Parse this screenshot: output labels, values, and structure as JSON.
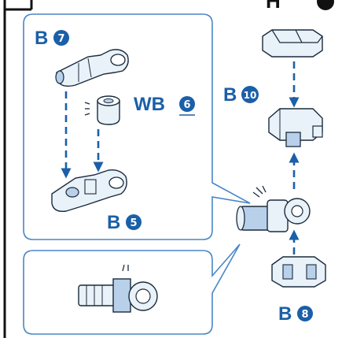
{
  "labels": {
    "top_cut": "H",
    "b7": "B",
    "b7_num": "7",
    "wb6": "WB",
    "wb6_num": "6",
    "b5": "B",
    "b5_num": "5",
    "b10": "B",
    "b10_num": "10",
    "b8": "B",
    "b8_num": "8"
  },
  "colors": {
    "outline": "#4a86c5",
    "label_blue": "#1b5fa8",
    "part_fill": "#e9f1f9",
    "part_fill_dark": "#b8d0ea",
    "arrow": "#1b5fa8"
  }
}
